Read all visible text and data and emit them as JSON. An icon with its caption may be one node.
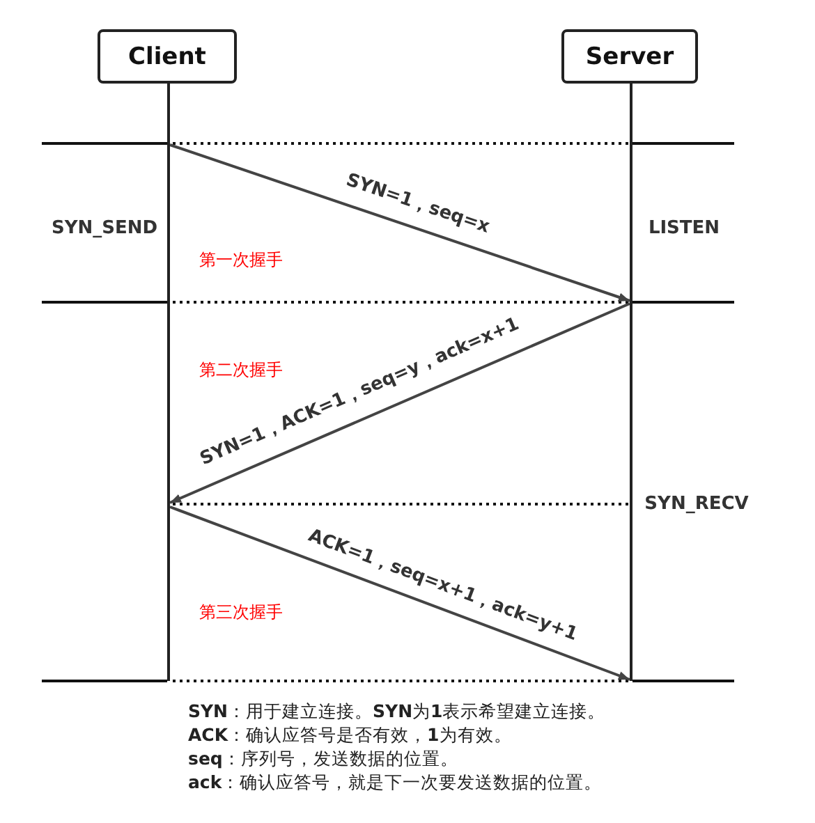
{
  "diagram": {
    "nodes": [
      {
        "text": [
          "Client"
        ]
      },
      {
        "text": [
          "Server"
        ]
      },
      {
        "text": [],
        "shape": "bar"
      },
      {
        "text": [],
        "shape": "bar"
      }
    ],
    "edges": [
      {
        "from": 2,
        "to": 3,
        "arrow": "to",
        "label": "SYN=1，seq=x"
      },
      {
        "from": 3,
        "to": 2,
        "arrow": "to",
        "label": "SYN=1，ACK=1，seq=y，ack=x+1"
      },
      {
        "from": 2,
        "to": 3,
        "arrow": "to",
        "label": "ACK=1，seq=x+1，ack=y+1"
      }
    ],
    "labels": [
      "SYN_SEND",
      "LISTEN",
      "第一次握手",
      "第二次握手",
      "SYN_RECV",
      "第三次握手",
      "**SYN**：用于建立连接。**SYN**为**1**表示希望建立连接。",
      "**ACK**：确认应答号是否有效，**1**为有效。",
      "**seq**：序列号，发送数据的位置。",
      "**ack**：确认应答号，就是下一次要发送数据的位置。"
    ]
  }
}
